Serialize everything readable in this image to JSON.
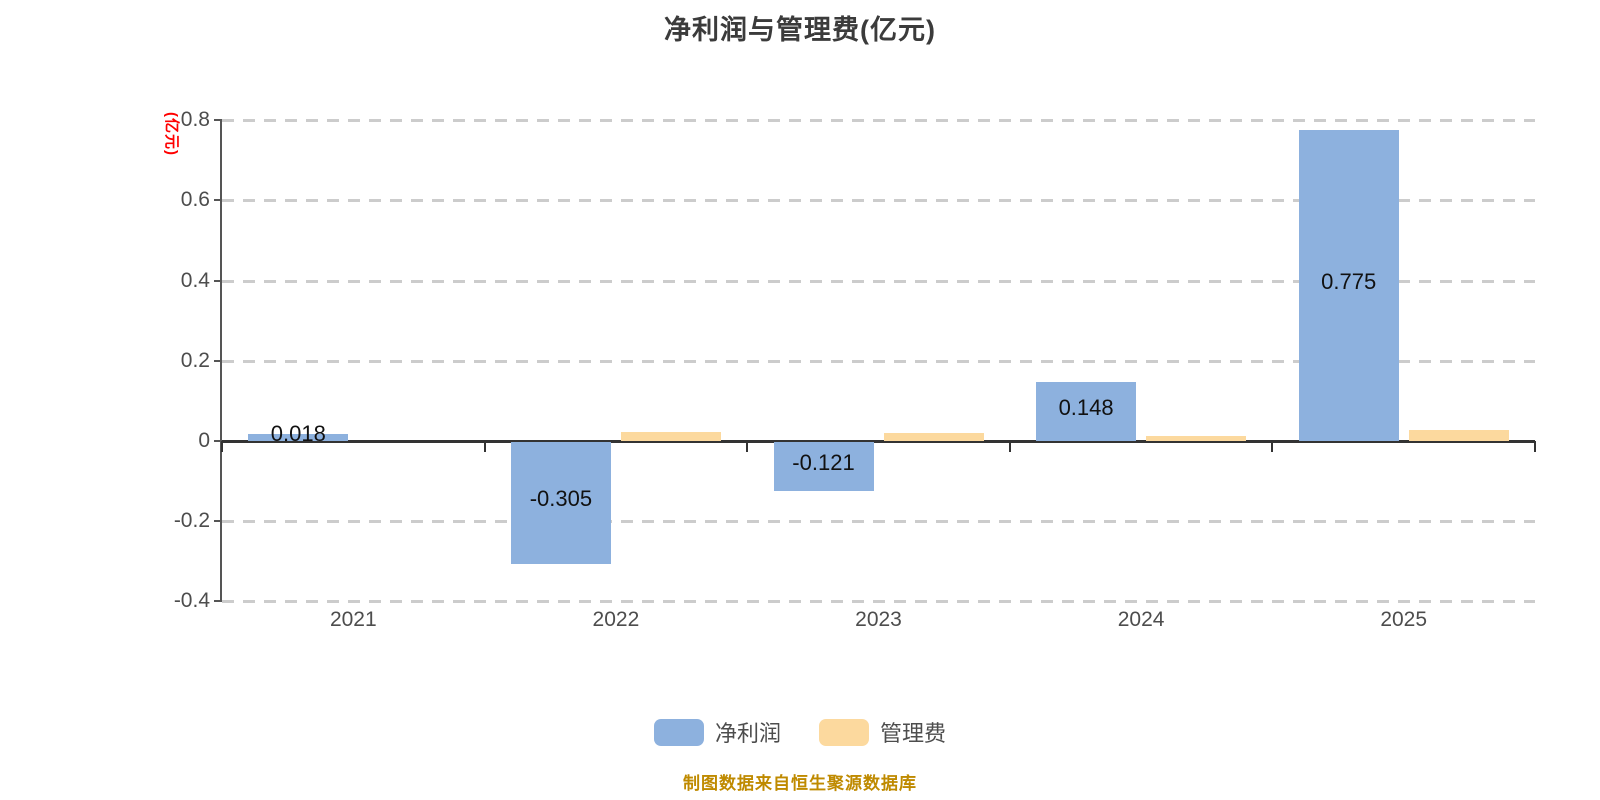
{
  "title": "净利润与管理费(亿元)",
  "y_axis": {
    "unit_label": "(亿元)",
    "ticks": [
      "0.8",
      "0.6",
      "0.4",
      "0.2",
      "0",
      "-0.2",
      "-0.4"
    ]
  },
  "x_axis": {
    "categories": [
      "2021",
      "2022",
      "2023",
      "2024",
      "2025"
    ]
  },
  "legend": {
    "items": [
      {
        "label": "净利润",
        "color": "#8DB1DE"
      },
      {
        "label": "管理费",
        "color": "#FCD99E"
      }
    ]
  },
  "source_note": "制图数据来自恒生聚源数据库",
  "colors": {
    "net_profit_bar": "#8DB1DE",
    "mgmt_fee_bar": "#FCD99E",
    "grid_line": "#CCCCCC",
    "zero_axis_line": "#333333",
    "y_axis_line": "#555555",
    "tick_text": "#4D4D4D",
    "title_text": "#3B3B3B",
    "bar_label_text": "#111111",
    "unit_label_text": "#FF0000",
    "source_note_text": "#BF8A00"
  },
  "chart_data": {
    "type": "bar",
    "title": "净利润与管理费(亿元)",
    "categories": [
      "2021",
      "2022",
      "2023",
      "2024",
      "2025"
    ],
    "series": [
      {
        "name": "净利润",
        "color": "#8DB1DE",
        "values": [
          0.018,
          -0.305,
          -0.121,
          0.148,
          0.775
        ],
        "data_labels": [
          "0.018",
          "-0.305",
          "-0.121",
          "0.148",
          "0.775"
        ],
        "labels_shown": true
      },
      {
        "name": "管理费",
        "color": "#FCD99E",
        "values": [
          0,
          0.022,
          0.02,
          0.012,
          0.028
        ],
        "data_labels": [],
        "labels_shown": false
      }
    ],
    "ylabel": "(亿元)",
    "xlabel": "",
    "ylim": [
      -0.4,
      0.8
    ],
    "ytick_step": 0.2,
    "grid": "horizontal-dashed",
    "legend_position": "bottom",
    "annotations": [
      "制图数据来自恒生聚源数据库"
    ]
  }
}
